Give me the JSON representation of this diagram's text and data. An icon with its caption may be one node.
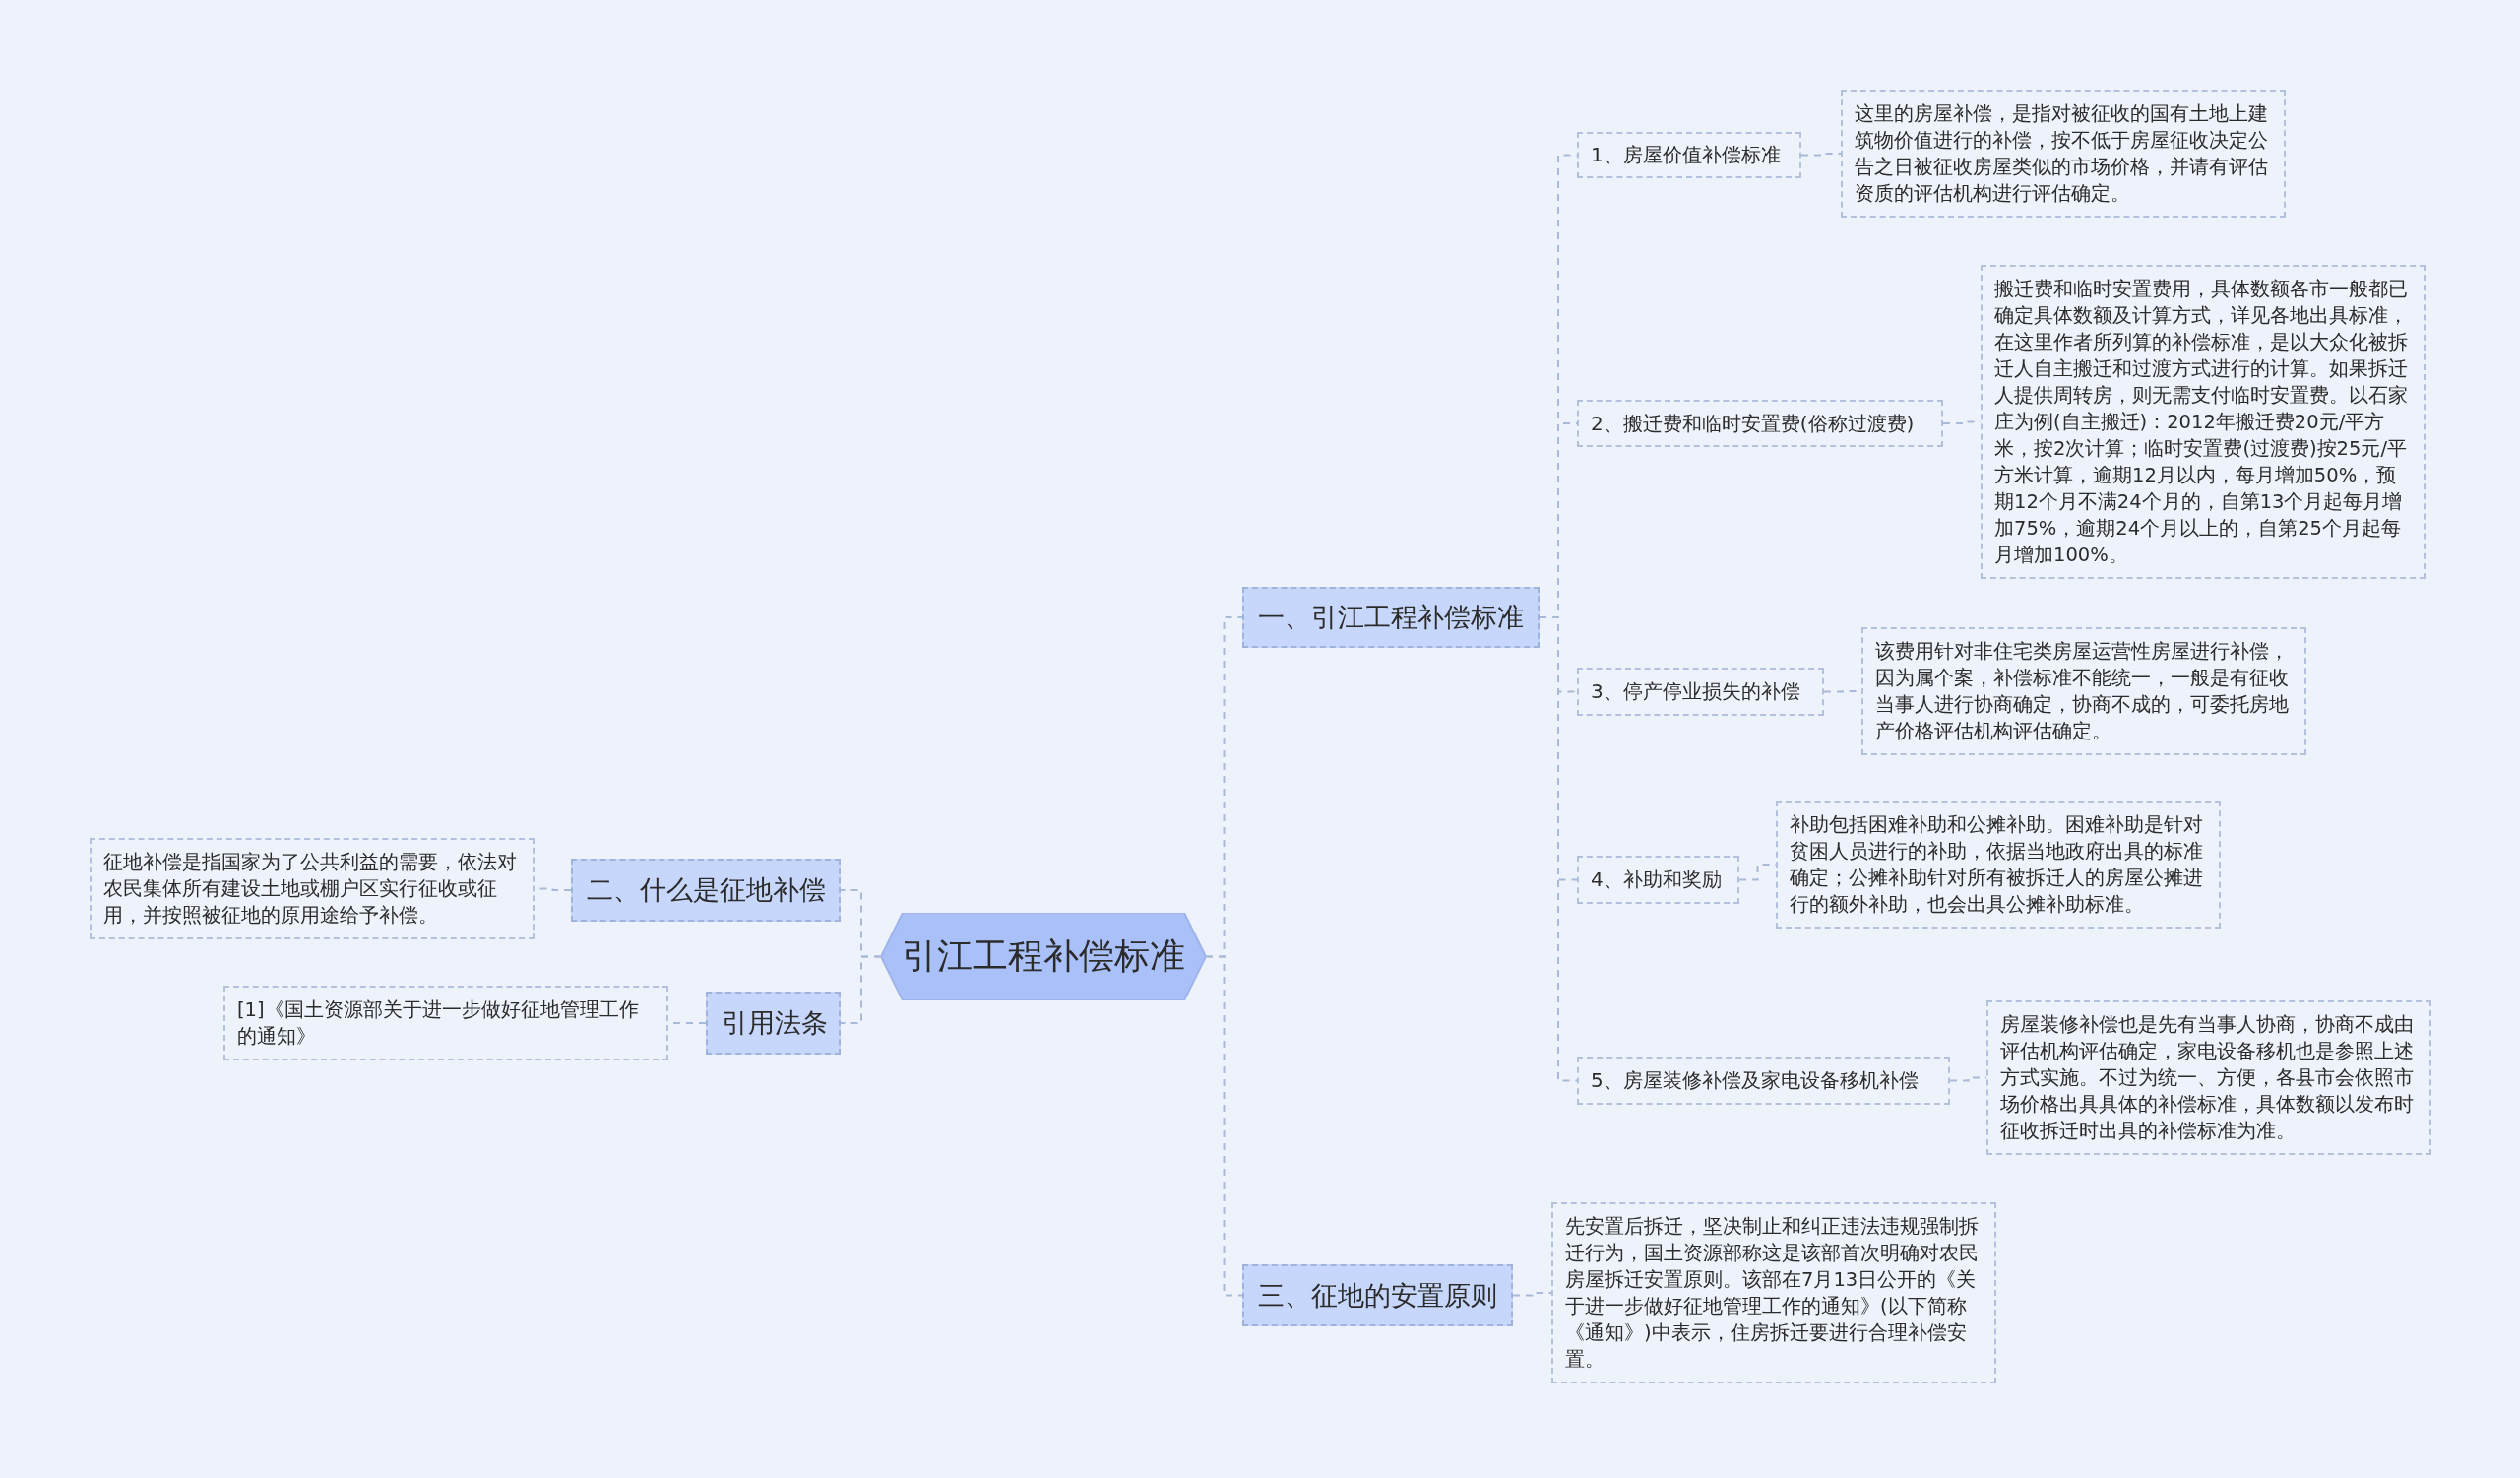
{
  "diagram": {
    "nodes": [
      {
        "text": [
          "引江工程补偿标准"
        ]
      },
      {
        "text": [
          "一、引江工程补偿标准"
        ]
      },
      {
        "text": [
          "1、房屋价值补偿标准"
        ]
      },
      {
        "text": [
          "这里的房屋补偿，是指对被征收的国有土地上建筑物价值进行的补偿，按不低于房屋征收决定公告之日被征收房屋类似的市场价格，并请有评估资质的评估机构进行评估确定。"
        ]
      },
      {
        "text": [
          "2、搬迁费和临时安置费(俗称过渡费)"
        ]
      },
      {
        "text": [
          "搬迁费和临时安置费用，具体数额各市一般都已确定具体数额及计算方式，详见各地出具标准，在这里作者所列算的补偿标准，是以大众化被拆迁人自主搬迁和过渡方式进行的计算。如果拆迁人提供周转房，则无需支付临时安置费。以石家庄为例(自主搬迁)：2012年搬迁费20元/平方米，按2次计算；临时安置费(过渡费)按25元/平方米计算，逾期12月以内，每月增加50%，预期12个月不满24个月的，自第13个月起每月增加75%，逾期24个月以上的，自第25个月起每月增加100%。"
        ]
      },
      {
        "text": [
          "3、停产停业损失的补偿"
        ]
      },
      {
        "text": [
          "该费用针对非住宅类房屋运营性房屋进行补偿，因为属个案，补偿标准不能统一，一般是有征收当事人进行协商确定，协商不成的，可委托房地产价格评估机构评估确定。"
        ]
      },
      {
        "text": [
          "4、补助和奖励"
        ]
      },
      {
        "text": [
          "补助包括困难补助和公摊补助。困难补助是针对贫困人员进行的补助，依据当地政府出具的标准确定；公摊补助针对所有被拆迁人的房屋公摊进行的额外补助，也会出具公摊补助标准。"
        ]
      },
      {
        "text": [
          "5、房屋装修补偿及家电设备移机补偿"
        ]
      },
      {
        "text": [
          "房屋装修补偿也是先有当事人协商，协商不成由评估机构评估确定，家电设备移机也是参照上述方式实施。不过为统一、方便，各县市会依照市场价格出具具体的补偿标准，具体数额以发布时征收拆迁时出具的补偿标准为准。"
        ]
      },
      {
        "text": [
          "三、征地的安置原则"
        ]
      },
      {
        "text": [
          "先安置后拆迁，坚决制止和纠正违法违规强制拆迁行为，国土资源部称这是该部首次明确对农民房屋拆迁安置原则。该部在7月13日公开的《关于进一步做好征地管理工作的通知》(以下简称《通知》)中表示，住房拆迁要进行合理补偿安置。"
        ]
      },
      {
        "text": [
          "二、什么是征地补偿"
        ]
      },
      {
        "text": [
          "征地补偿是指国家为了公共利益的需要，依法对农民集体所有建设土地或棚户区实行征收或征用，并按照被征地的原用途给予补偿。"
        ]
      },
      {
        "text": [
          "引用法条"
        ]
      },
      {
        "text": [
          "[1]《国土资源部关于进一步做好征地管理工作的通知》"
        ]
      }
    ],
    "edges": [
      {
        "from": 0,
        "to": 1,
        "arrow": "none",
        "style": "dashed"
      },
      {
        "from": 0,
        "to": 12,
        "arrow": "none",
        "style": "dashed"
      },
      {
        "from": 0,
        "to": 14,
        "arrow": "none",
        "style": "dashed"
      },
      {
        "from": 0,
        "to": 16,
        "arrow": "none",
        "style": "dashed"
      },
      {
        "from": 1,
        "to": 2,
        "arrow": "none",
        "style": "dashed"
      },
      {
        "from": 1,
        "to": 4,
        "arrow": "none",
        "style": "dashed"
      },
      {
        "from": 1,
        "to": 6,
        "arrow": "none",
        "style": "dashed"
      },
      {
        "from": 1,
        "to": 8,
        "arrow": "none",
        "style": "dashed"
      },
      {
        "from": 1,
        "to": 10,
        "arrow": "none",
        "style": "dashed"
      },
      {
        "from": 2,
        "to": 3,
        "arrow": "none",
        "style": "dashed"
      },
      {
        "from": 4,
        "to": 5,
        "arrow": "none",
        "style": "dashed"
      },
      {
        "from": 6,
        "to": 7,
        "arrow": "none",
        "style": "dashed"
      },
      {
        "from": 8,
        "to": 9,
        "arrow": "none",
        "style": "dashed"
      },
      {
        "from": 10,
        "to": 11,
        "arrow": "none",
        "style": "dashed"
      },
      {
        "from": 12,
        "to": 13,
        "arrow": "none",
        "style": "dashed"
      },
      {
        "from": 14,
        "to": 15,
        "arrow": "none",
        "style": "dashed"
      },
      {
        "from": 16,
        "to": 17,
        "arrow": "none",
        "style": "dashed"
      }
    ]
  }
}
